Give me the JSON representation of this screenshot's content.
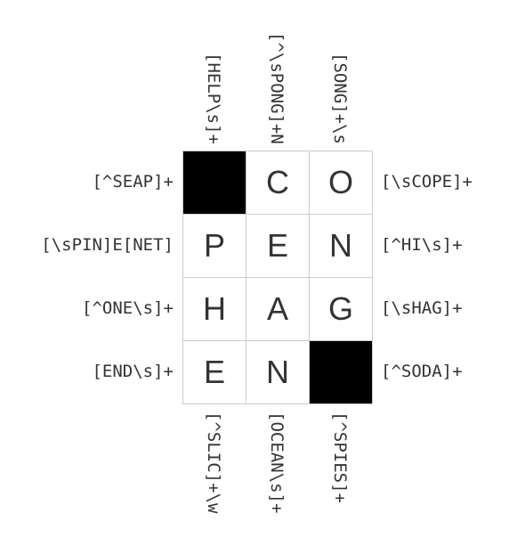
{
  "rows": [
    {
      "left_clue": "[^SEAP]+",
      "right_clue": "[\\sCOPE]+",
      "cells": [
        {
          "letter": "",
          "black": true
        },
        {
          "letter": "C",
          "black": false
        },
        {
          "letter": "O",
          "black": false
        }
      ]
    },
    {
      "left_clue": "[\\sPIN]E[NET]",
      "right_clue": "[^HI\\s]+",
      "cells": [
        {
          "letter": "P",
          "black": false
        },
        {
          "letter": "E",
          "black": false
        },
        {
          "letter": "N",
          "black": false
        }
      ]
    },
    {
      "left_clue": "[^ONE\\s]+",
      "right_clue": "[\\sHAG]+",
      "cells": [
        {
          "letter": "H",
          "black": false
        },
        {
          "letter": "A",
          "black": false
        },
        {
          "letter": "G",
          "black": false
        }
      ]
    },
    {
      "left_clue": "[END\\s]+",
      "right_clue": "[^SODA]+",
      "cells": [
        {
          "letter": "E",
          "black": false
        },
        {
          "letter": "N",
          "black": false
        },
        {
          "letter": "",
          "black": true
        }
      ]
    }
  ],
  "columns": [
    {
      "top_clue": "[HELP\\s]+",
      "bottom_clue": "[^SLIC]+\\w"
    },
    {
      "top_clue": "[^\\sPONG]+N",
      "bottom_clue": "[OCEAN\\s]+"
    },
    {
      "top_clue": "[SONG]+\\s",
      "bottom_clue": "[^SPIES]+"
    }
  ],
  "colors": {
    "black_cell": "#000000",
    "text": "#333333",
    "grid_line": "#cccccc"
  }
}
